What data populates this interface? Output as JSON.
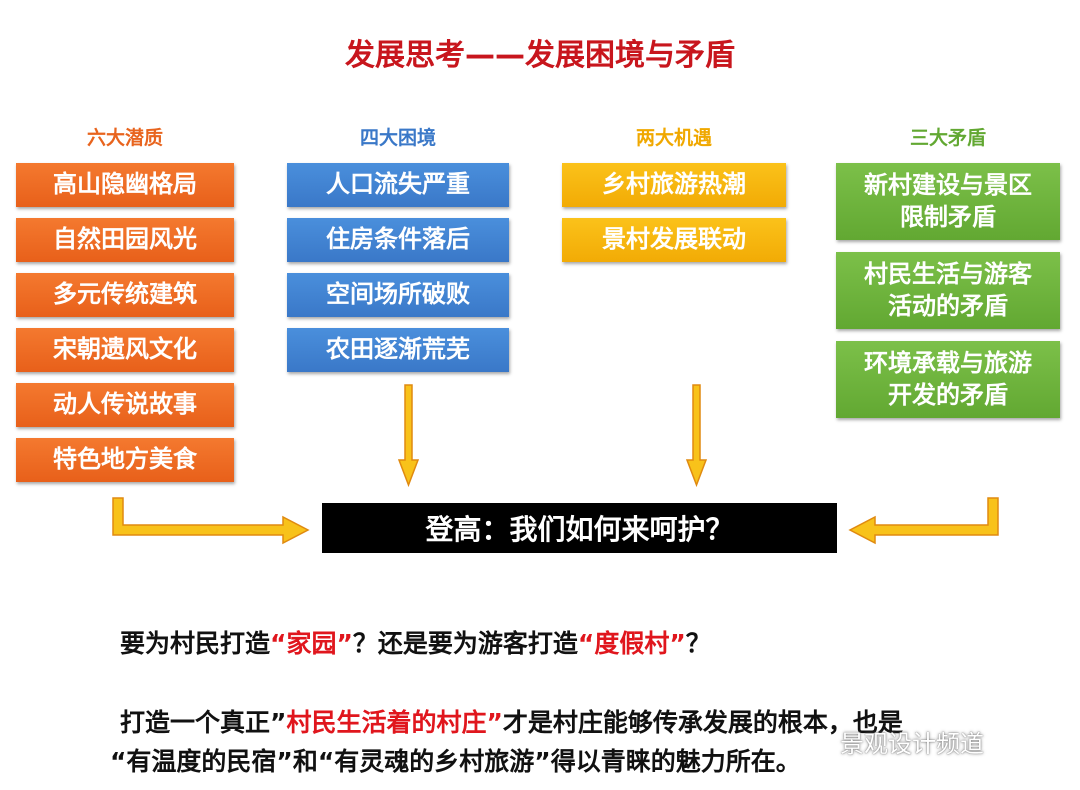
{
  "title": "发展思考——发展困境与矛盾",
  "columns": [
    {
      "header": "六大潜质",
      "items": [
        "高山隐幽格局",
        "自然田园风光",
        "多元传统建筑",
        "宋朝遗风文化",
        "动人传说故事",
        "特色地方美食"
      ]
    },
    {
      "header": "四大困境",
      "items": [
        "人口流失严重",
        "住房条件落后",
        "空间场所破败",
        "农田逐渐荒芜"
      ]
    },
    {
      "header": "两大机遇",
      "items": [
        "乡村旅游热潮",
        "景村发展联动"
      ]
    },
    {
      "header": "三大矛盾",
      "items": [
        "新村建设与景区限制矛盾",
        "村民生活与游客活动的矛盾",
        "环境承载与旅游开发的矛盾"
      ]
    }
  ],
  "green_lines": [
    [
      "新村建设与景区",
      "限制矛盾"
    ],
    [
      "村民生活与游客",
      "活动的矛盾"
    ],
    [
      "环境承载与旅游",
      "开发的矛盾"
    ]
  ],
  "center_question": "登高：我们如何来呵护？",
  "question": {
    "p1": "要为村民打造",
    "r1": "“家园”",
    "p2": "？还是要为游客打造",
    "r2": "“度假村”",
    "p3": "？"
  },
  "statement": {
    "p1": "打造一个真正”",
    "r1": "村民生活着的村庄”",
    "p2": "才是村庄能够传承发展的根本，也是",
    "line2": "“有温度的民宿”和“有灵魂的乡村旅游”得以青睐的魅力所在。"
  },
  "watermark": "景观设计频道",
  "colors": {
    "title": "#c8161d",
    "orange": "#f07030",
    "blue": "#4386d6",
    "yellow": "#f8b812",
    "green": "#70b63e"
  }
}
